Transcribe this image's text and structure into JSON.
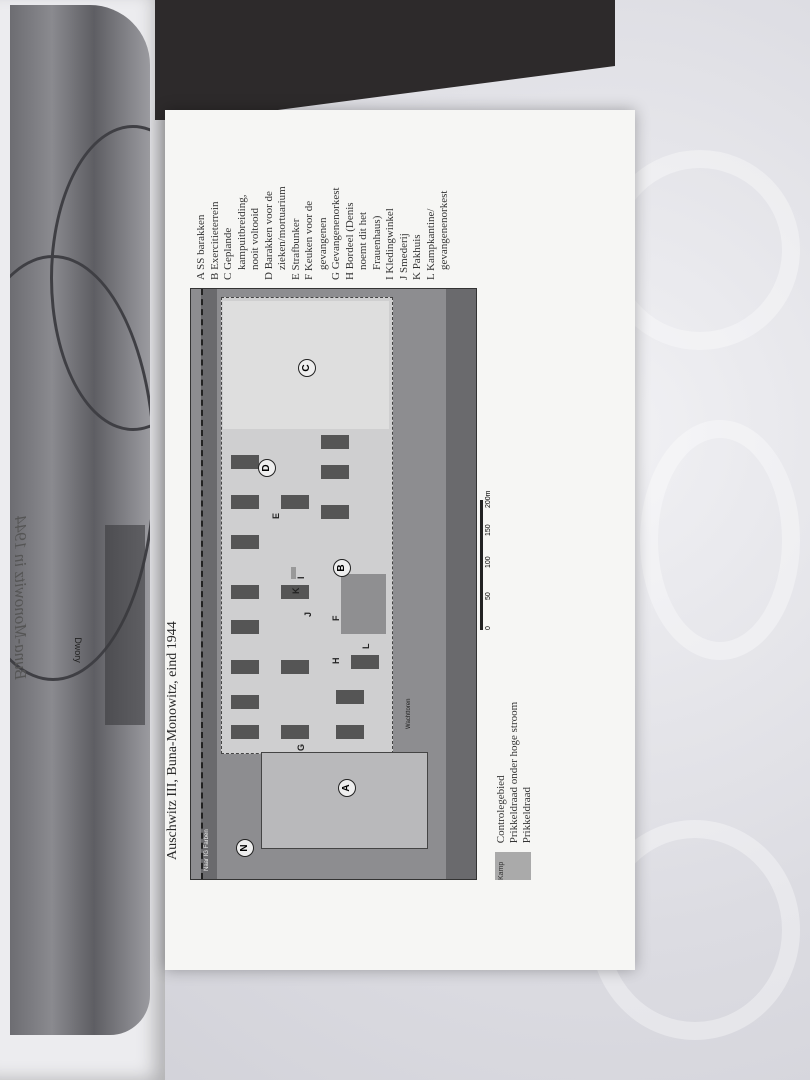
{
  "left_page": {
    "title": "Buna-Monowitz in 1944",
    "map_labels": [
      "Dwory"
    ]
  },
  "right_page": {
    "caption": "Auschwitz III, Buna-Monowitz, eind 1944",
    "legend": [
      "A SS barakken",
      "B Exercitieterrein",
      "C Geplande",
      "kampuitbreiding,",
      "nooit voltooid",
      "D Barakken voor de",
      "zieken/mortuarium",
      "E Strafbunker",
      "F Keuken voor de",
      "gevangenen",
      "G Gevangenenorkest",
      "H Bordeel (Denis",
      "noemt dit het",
      "Frauenhaus)",
      "I Kledingwinkel",
      "J Smederij",
      "K Pakhuis",
      "L Kampkantine/",
      "gevangenenorkest"
    ],
    "key": {
      "swatch_label": "Kamp",
      "items": [
        "Controlegebied",
        "Prikkeldraad onder hoge stroom",
        "Prikkeldraad"
      ]
    },
    "map": {
      "markers": {
        "A": "A",
        "B": "B",
        "C": "C",
        "D": "D"
      },
      "letters": {
        "E": "E",
        "F": "F",
        "G": "G",
        "H": "H",
        "I": "I",
        "J": "J",
        "K": "K",
        "L": "L"
      },
      "north": "N",
      "road_label": "Naar IG Farben",
      "guard_label": "Wachttoren",
      "scale": [
        "0",
        "50",
        "100",
        "150",
        "200m"
      ]
    }
  }
}
